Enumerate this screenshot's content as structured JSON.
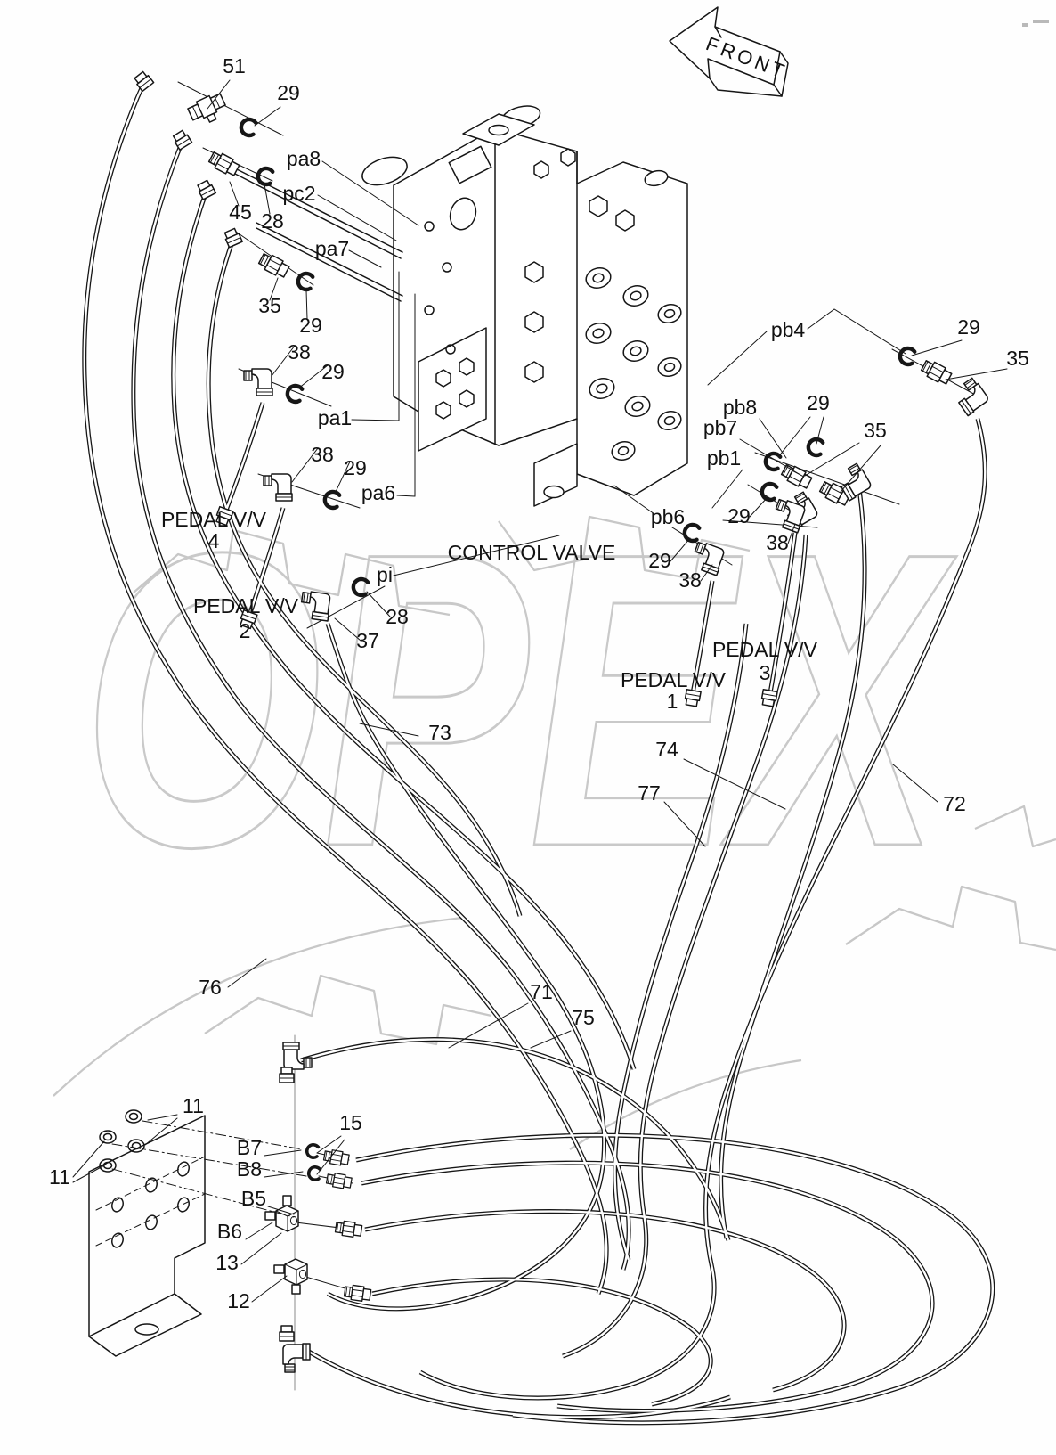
{
  "front_arrow": {
    "label": "FRONT"
  },
  "watermark": {
    "text": "OPEX"
  },
  "control_valve": {
    "label": "CONTROL VALVE"
  },
  "pedal_valves": [
    {
      "label": "PEDAL V/V",
      "number": "4"
    },
    {
      "label": "PEDAL V/V",
      "number": "2"
    },
    {
      "label": "PEDAL V/V",
      "number": "3"
    },
    {
      "label": "PEDAL V/V",
      "number": "1"
    }
  ],
  "callouts": [
    {
      "text": "51"
    },
    {
      "text": "29"
    },
    {
      "text": "pa8"
    },
    {
      "text": "pc2"
    },
    {
      "text": "45"
    },
    {
      "text": "28"
    },
    {
      "text": "pa7"
    },
    {
      "text": "35"
    },
    {
      "text": "29"
    },
    {
      "text": "38"
    },
    {
      "text": "29"
    },
    {
      "text": "pa1"
    },
    {
      "text": "38"
    },
    {
      "text": "29"
    },
    {
      "text": "pa6"
    },
    {
      "text": "pi"
    },
    {
      "text": "28"
    },
    {
      "text": "37"
    },
    {
      "text": "pb4"
    },
    {
      "text": "29"
    },
    {
      "text": "35"
    },
    {
      "text": "pb8"
    },
    {
      "text": "pb7"
    },
    {
      "text": "pb1"
    },
    {
      "text": "29"
    },
    {
      "text": "35"
    },
    {
      "text": "pb6"
    },
    {
      "text": "29"
    },
    {
      "text": "38"
    },
    {
      "text": "29"
    },
    {
      "text": "38"
    },
    {
      "text": "73"
    },
    {
      "text": "74"
    },
    {
      "text": "77"
    },
    {
      "text": "72"
    },
    {
      "text": "76"
    },
    {
      "text": "71"
    },
    {
      "text": "75"
    },
    {
      "text": "11"
    },
    {
      "text": "11"
    },
    {
      "text": "15"
    },
    {
      "text": "B7"
    },
    {
      "text": "B8"
    },
    {
      "text": "B5"
    },
    {
      "text": "B6"
    },
    {
      "text": "13"
    },
    {
      "text": "12"
    }
  ]
}
